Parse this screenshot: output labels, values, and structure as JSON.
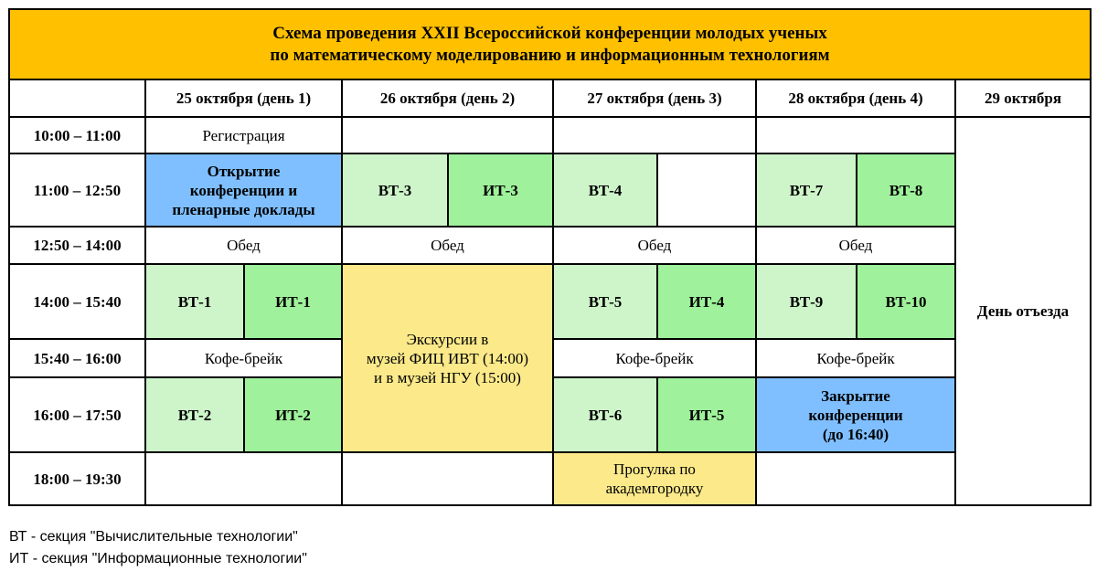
{
  "title_line1": "Схема проведения XXII Всероссийской конференции молодых ученых",
  "title_line2": "по математическому моделированию и информационным технологиям",
  "days": [
    "25 октября (день 1)",
    "26 октября (день 2)",
    "27 октября (день 3)",
    "28 октября (день 4)",
    "29 октября"
  ],
  "times": [
    "10:00 – 11:00",
    "11:00 – 12:50",
    "12:50 – 14:00",
    "14:00 – 15:40",
    "15:40 – 16:00",
    "16:00 – 17:50",
    "18:00 – 19:30"
  ],
  "cells": {
    "registration": "Регистрация",
    "opening_line1": "Открытие",
    "opening_line2": "конференции   и",
    "opening_line3": "пленарные доклады",
    "lunch": "Обед",
    "coffee": "Кофе-брейк",
    "excursion_line1": "Экскурсии в",
    "excursion_line2": "музей ФИЦ ИВТ (14:00)",
    "excursion_line3": "и в музей НГУ (15:00)",
    "departure": "День отъезда",
    "closing_line1": "Закрытие",
    "closing_line2": "конференции",
    "closing_line3": "(до 16:40)",
    "walk_line1": "Прогулка по",
    "walk_line2": "академгородку",
    "vt1": "ВТ-1",
    "it1": "ИТ-1",
    "vt2": "ВТ-2",
    "it2": "ИТ-2",
    "vt3": "ВТ-3",
    "it3": "ИТ-3",
    "vt4": "ВТ-4",
    "vt5": "ВТ-5",
    "it4": "ИТ-4",
    "vt6": "ВТ-6",
    "it5": "ИТ-5",
    "vt7": "ВТ-7",
    "vt8": "ВТ-8",
    "vt9": "ВТ-9",
    "vt10": "ВТ-10"
  },
  "legend": [
    "ВТ - секция \"Вычислительные технологии\"",
    "ИТ - секция \"Информационные технологии\""
  ],
  "colors": {
    "title_bg": "#ffc000",
    "opening_closing": "#7fbfff",
    "section_light": "#cdf5c9",
    "section_dark": "#9ff29b",
    "excursion": "#fbe98a"
  }
}
